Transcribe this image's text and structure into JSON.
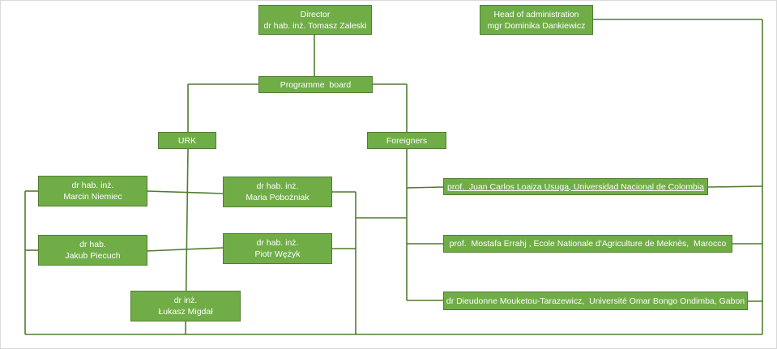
{
  "org_chart": {
    "director": {
      "line1": "Director",
      "line2": "dr hab. inż. Tomasz Zaleski"
    },
    "head_admin": {
      "line1": "Head of administration",
      "line2": "mgr Dominika Dankiewicz"
    },
    "programme_board": "Programme  board",
    "urk": "URK",
    "foreigners": "Foreigners",
    "urk_members": [
      {
        "line1": "dr hab. inż.",
        "line2": "Marcin Niemiec"
      },
      {
        "line1": "dr hab. inż.",
        "line2": "Maria Pobożniak"
      },
      {
        "line1": "dr hab.",
        "line2": "Jakub Piecuch"
      },
      {
        "line1": "dr hab. inż.",
        "line2": "Piotr Wężyk"
      },
      {
        "line1": "dr inż.",
        "line2": "Łukasz Migdał"
      }
    ],
    "foreign_members": [
      "prof.  Juan Carlos Loaiza Usuga, Universidad Nacional de Colombia",
      "prof.  Mostafa Errahj , Ecole Nationale d'Agriculture de Meknès,  Marocco",
      "dr Dieudonne Mouketou-Tarazewicz,  Université Omar Bongo Ondimba, Gabon"
    ]
  },
  "colors": {
    "box_fill": "#70ad47",
    "box_border": "#507e32",
    "connector": "#4f7d2e",
    "text": "#ffffff"
  }
}
